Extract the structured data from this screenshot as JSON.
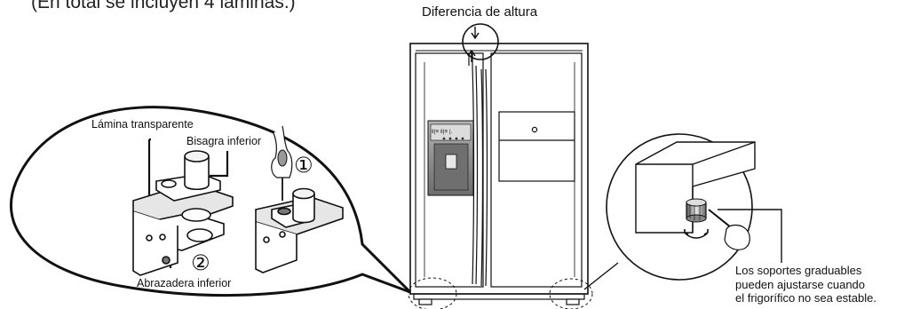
{
  "header": {
    "note": "(En total se incluyen 4 láminas.)"
  },
  "fridge": {
    "height_label": "Diferencia de altura"
  },
  "hinge_detail": {
    "film_label": "Lámina transparente",
    "hinge_label": "Bisagra inferior",
    "bracket_label": "Abrazadera inferior",
    "step_1": "①",
    "step_2": "②"
  },
  "foot_detail": {
    "note_lines": [
      "Los soportes graduables",
      "pueden ajustarse cuando",
      "el frigorífico no sea estable."
    ]
  },
  "colors": {
    "line": "#111111",
    "dispenser": "#8d8d8d",
    "bracket_fill": "#e6e6e6"
  }
}
